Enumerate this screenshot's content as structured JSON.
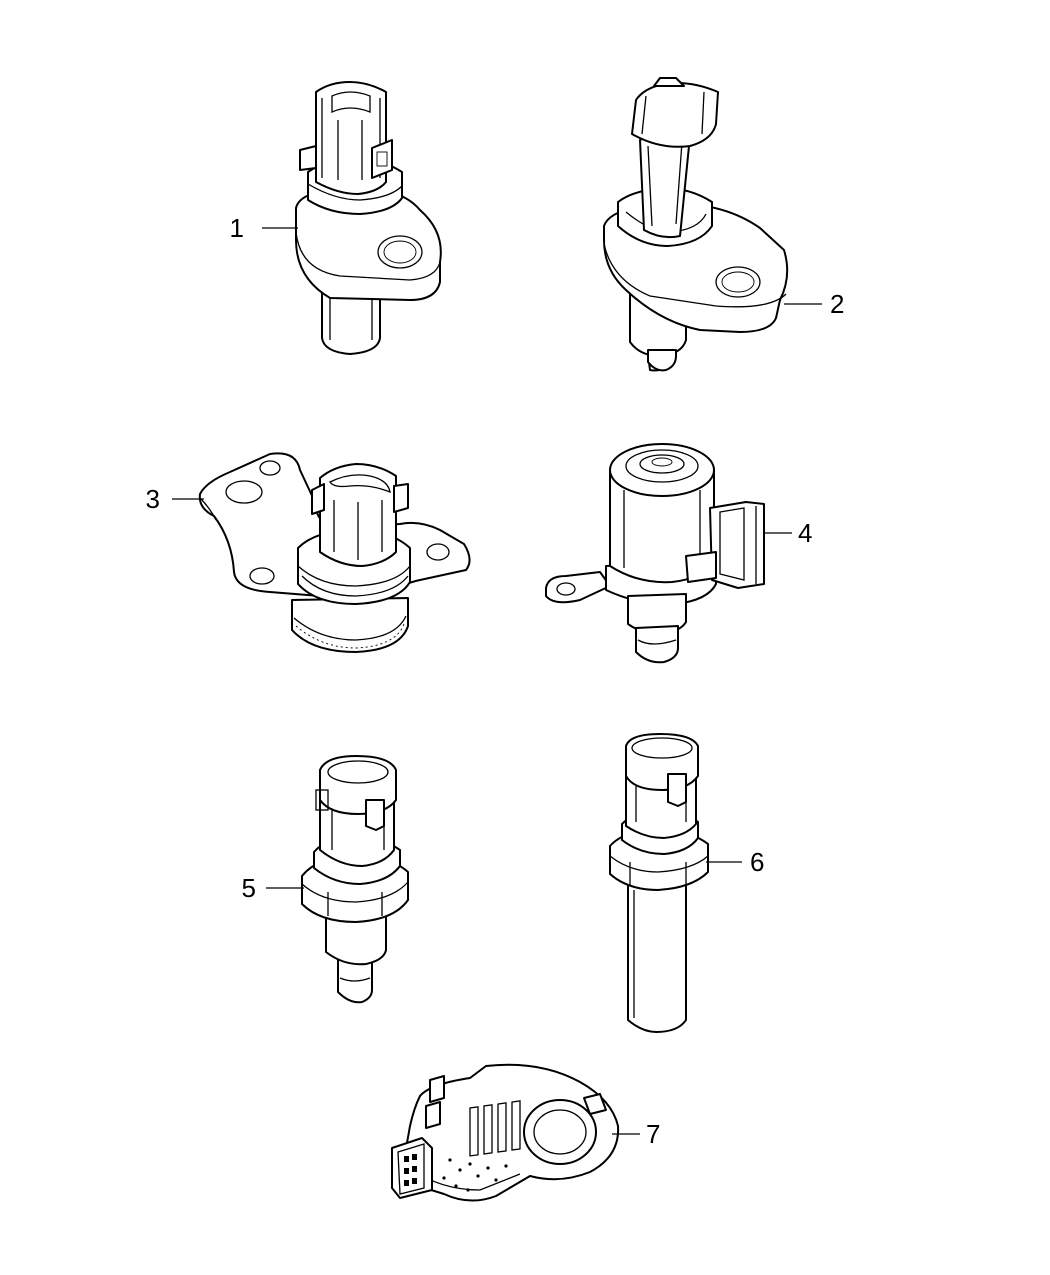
{
  "parts": [
    {
      "id": "part-1",
      "label": "1"
    },
    {
      "id": "part-2",
      "label": "2"
    },
    {
      "id": "part-3",
      "label": "3"
    },
    {
      "id": "part-4",
      "label": "4"
    },
    {
      "id": "part-5",
      "label": "5"
    },
    {
      "id": "part-6",
      "label": "6"
    },
    {
      "id": "part-7",
      "label": "7"
    }
  ]
}
